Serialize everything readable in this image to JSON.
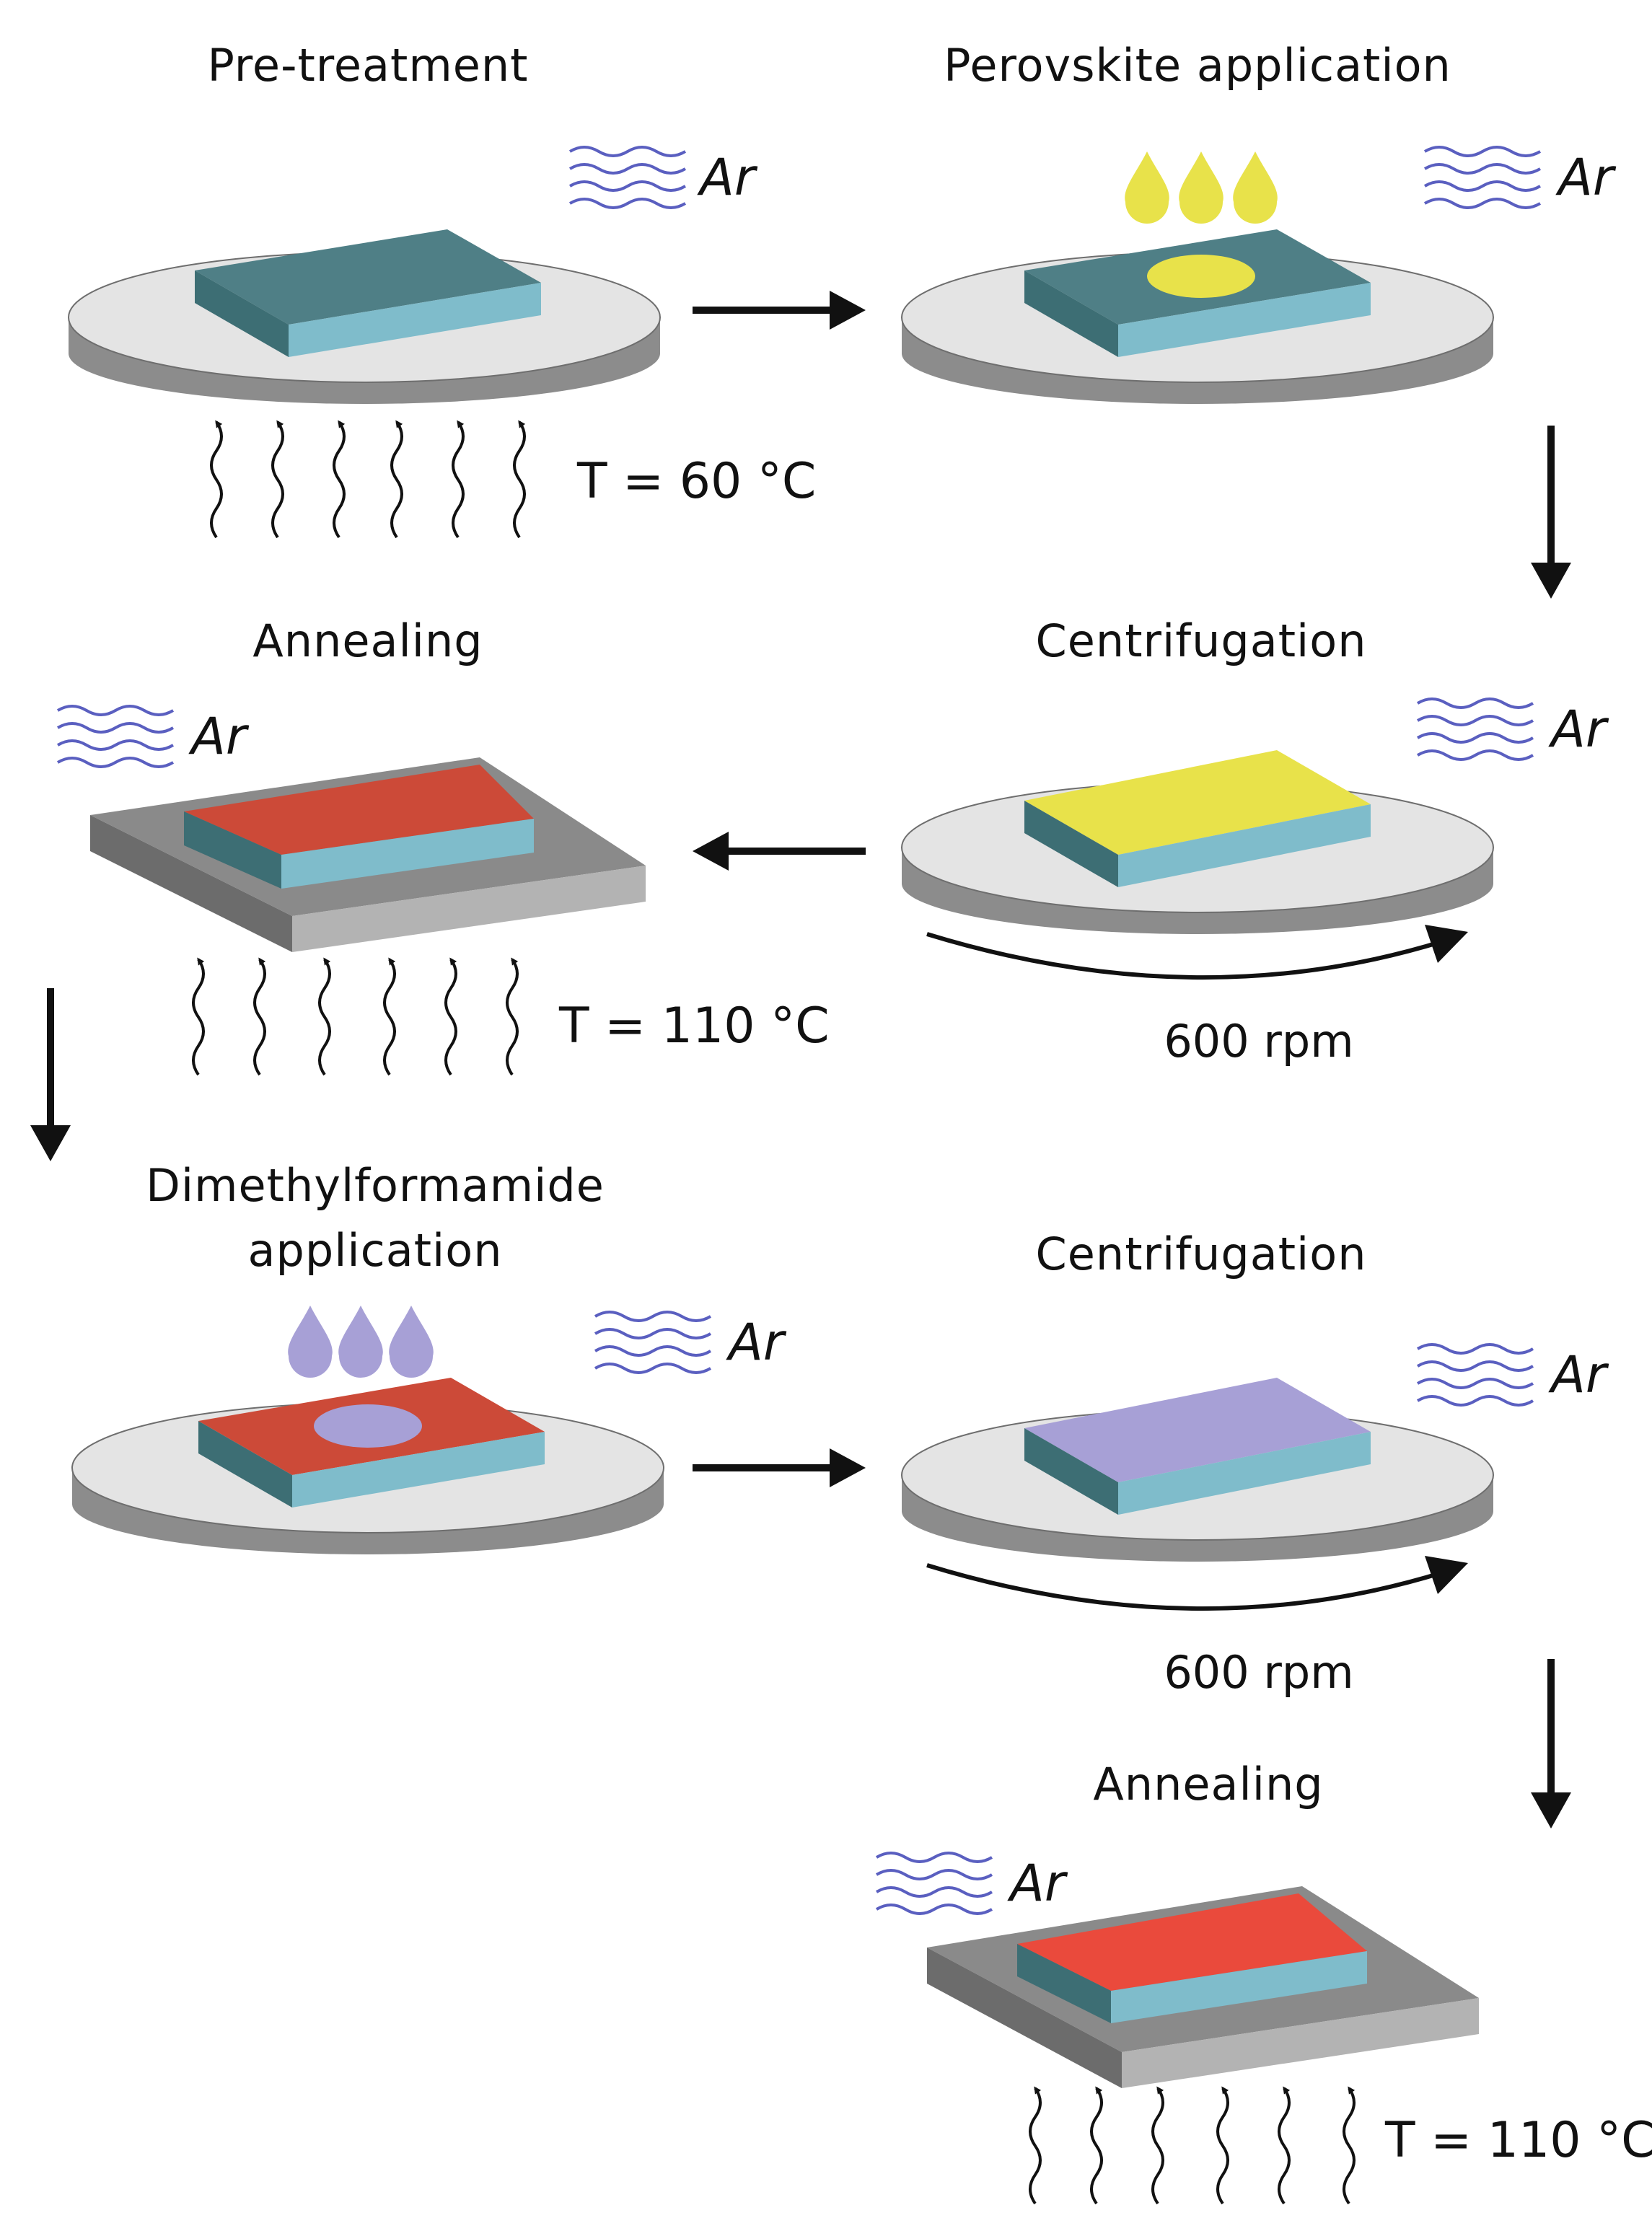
{
  "colors": {
    "plate_top": "#e4e4e4",
    "plate_side": "#8c8c8c",
    "plate_rim": "#6e6e6e",
    "hotplate_top": "#8a8a8a",
    "hotplate_front": "#b3b3b3",
    "hotplate_side": "#6c6c6c",
    "substrate_top": "#4f7f86",
    "substrate_front": "#7fbccb",
    "substrate_side": "#3d6e74",
    "perovskite": "#e8e24a",
    "perovskite_drop": "#e8e24a",
    "annealed_film": "#cc4a38",
    "annealed_film_bright": "#ea4a3c",
    "dmf": "#a7a0d6",
    "ar_wave": "#5a5fc0",
    "arrow": "#111111"
  },
  "steps": {
    "pretreatment": {
      "title": "Pre-treatment",
      "gas": "Ar",
      "temperature": "T = 60 °C"
    },
    "perovskite_application": {
      "title": "Perovskite application",
      "gas": "Ar"
    },
    "centrifugation_1": {
      "title": "Centrifugation",
      "gas": "Ar",
      "speed": "600 rpm"
    },
    "annealing_1": {
      "title": "Annealing",
      "gas": "Ar",
      "temperature": "T = 110 °C"
    },
    "dmf_application": {
      "title_line1": "Dimethylformamide",
      "title_line2": "application",
      "gas": "Ar"
    },
    "centrifugation_2": {
      "title": "Centrifugation",
      "gas": "Ar",
      "speed": "600 rpm"
    },
    "annealing_2": {
      "title": "Annealing",
      "gas": "Ar",
      "temperature": "T = 110 °C"
    }
  },
  "icons": {
    "gas_flow": "wavy-lines-icon",
    "heat": "heat-wave-arrow-icon",
    "drop": "droplet-icon",
    "rotation": "curved-arrow-icon",
    "flow": "arrow-icon"
  }
}
